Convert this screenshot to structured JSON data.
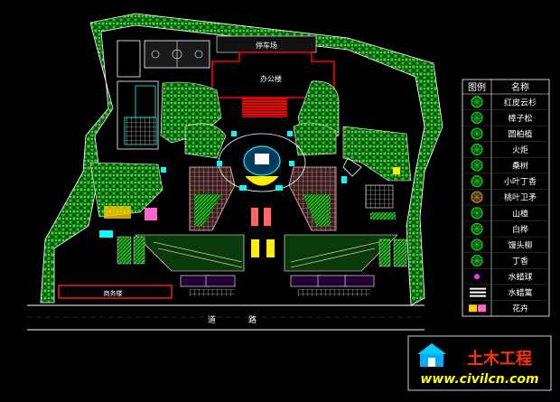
{
  "labels": {
    "parking": "停车场",
    "office": "办公楼",
    "shop": "商务楼",
    "road_left": "道",
    "road_right": "路"
  },
  "legend": {
    "header_symbol": "图例",
    "header_name": "名称",
    "items": [
      {
        "name": "红皮云杉",
        "icon": "spruce-icon",
        "color": "#22cc22"
      },
      {
        "name": "樟子松",
        "icon": "pine-icon",
        "color": "#22cc22"
      },
      {
        "name": "圆柏植",
        "icon": "juniper-icon",
        "color": "#22cc22"
      },
      {
        "name": "火炬",
        "icon": "sumac-icon",
        "color": "#22cc22"
      },
      {
        "name": "桑树",
        "icon": "mulberry-icon",
        "color": "#22cc22"
      },
      {
        "name": "小叶丁香",
        "icon": "lilac-icon",
        "color": "#22cc22"
      },
      {
        "name": "桃叶卫矛",
        "icon": "euonymus-icon",
        "color": "#ff6644"
      },
      {
        "name": "山楂",
        "icon": "hawthorn-icon",
        "color": "#22cc22"
      },
      {
        "name": "白桦",
        "icon": "birch-icon",
        "color": "#22cc22"
      },
      {
        "name": "馒头柳",
        "icon": "willow-icon",
        "color": "#22cc22"
      },
      {
        "name": "丁香",
        "icon": "clove-icon",
        "color": "#22cc22"
      },
      {
        "name": "水蜡球",
        "icon": "privet-ball-icon",
        "color": "#ff33ff"
      },
      {
        "name": "水蜡篱",
        "icon": "privet-hedge-icon",
        "color": "#ffffff"
      },
      {
        "name": "花卉",
        "icon": "flower-icon",
        "color": "#ffcc00"
      }
    ]
  },
  "logo": {
    "brand": "土木工程",
    "url": "www.civilcn.com"
  },
  "colors": {
    "grass": "#22bb22",
    "outline": "#ffffff",
    "building": "#ff0000",
    "cyan": "#00ffff",
    "pink": "#ffbbbb",
    "yellow": "#ffee00",
    "logo_text": "#ff3300",
    "logo_url": "#ffff00"
  }
}
